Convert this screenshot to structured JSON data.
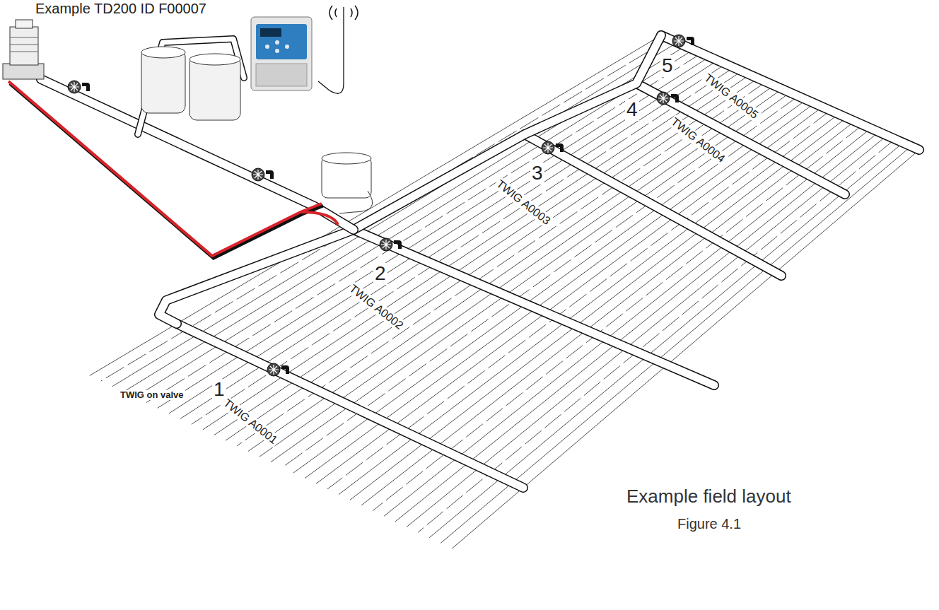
{
  "diagram": {
    "title": "Example field layout",
    "caption": "Figure 4.1",
    "labels": [
      "Example TD200 ID F00007",
      "TWIG on valve",
      "1",
      "TWIG A0001",
      "2",
      "TWIG A0002",
      "3",
      "TWIG A0003",
      "4",
      "TWIG A0004",
      "5",
      "TWIG A0005"
    ]
  }
}
